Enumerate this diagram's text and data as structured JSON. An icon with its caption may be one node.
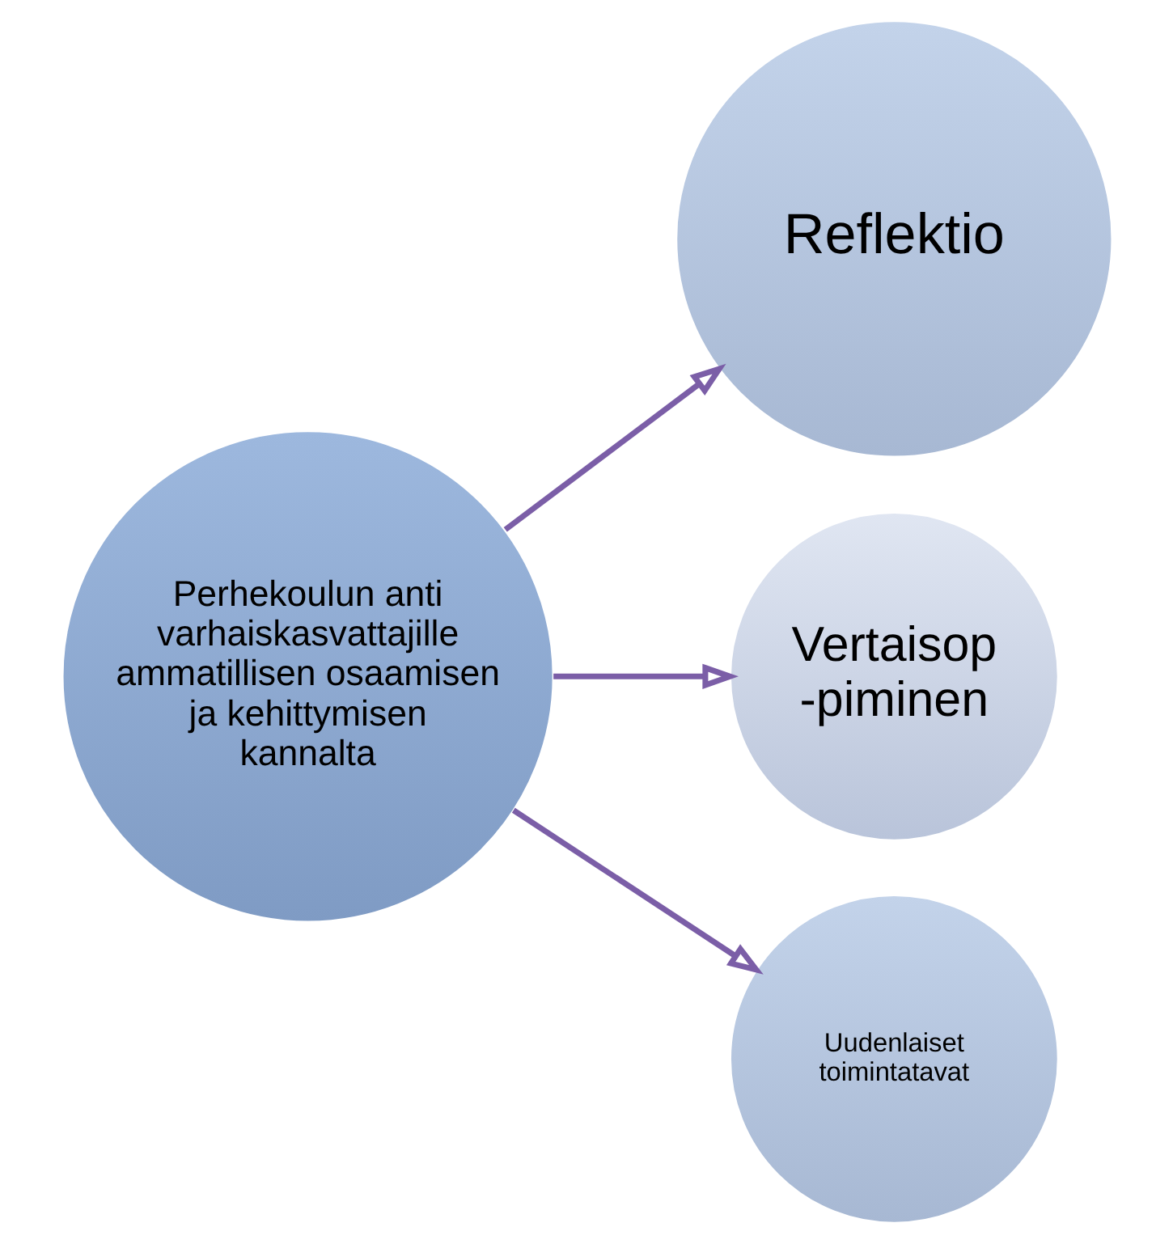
{
  "diagram": {
    "nodes": [
      {
        "text": [
          "Reflektio"
        ]
      },
      {
        "text": [
          "Perhekoulun anti varhaiskasvattajille ammatillisen osaamisen ja kehittymisen kannalta"
        ]
      },
      {
        "text": [
          "Vertaisop -piminen"
        ]
      },
      {
        "text": [
          "Uudenlaiset toimintatavat"
        ]
      }
    ],
    "edges": [
      {
        "from": 1,
        "to": 0,
        "arrow": "to"
      },
      {
        "from": 1,
        "to": 2,
        "arrow": "to"
      },
      {
        "from": 1,
        "to": 3,
        "arrow": "to"
      }
    ]
  }
}
